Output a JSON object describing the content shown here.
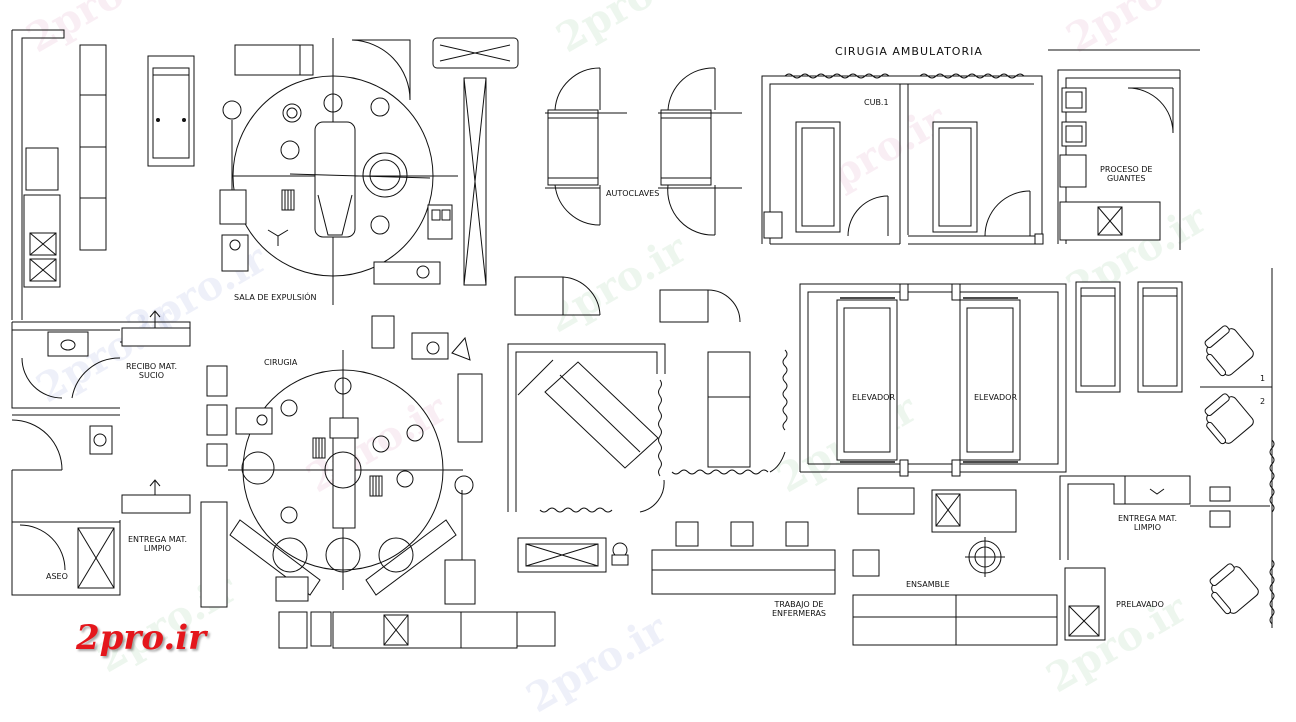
{
  "watermark": "2pro.ir",
  "logo": "2pro.ir",
  "labels": {
    "sala_expulsion": "SALA DE EXPULSIÓN",
    "cirugia": "CIRUGIA",
    "autoclaves": "AUTOCLAVES",
    "cirugia_ambulatoria": "CIRUGIA  AMBULATORIA",
    "cub1": "CUB.1",
    "proceso_guantes_1": "PROCESO DE",
    "proceso_guantes_2": "GUANTES",
    "recibo_1": "RECIBO MAT.",
    "recibo_2": "SUCIO",
    "entrega_1": "ENTREGA MAT.",
    "entrega_2": "LIMPIO",
    "aseo": "ASEO",
    "elevador_1": "ELEVADOR",
    "elevador_2": "ELEVADOR",
    "entrega_r_1": "ENTREGA MAT.",
    "entrega_r_2": "LIMPIO",
    "ensamble": "ENSAMBLE",
    "trabajo_1": "TRABAJO DE",
    "trabajo_2": "ENFERMERAS",
    "prelavado": "PRELAVADO",
    "num_1": "1",
    "num_2": "2"
  },
  "colors": {
    "line": "#111111",
    "logo": "#e4161c",
    "background": "#ffffff"
  }
}
